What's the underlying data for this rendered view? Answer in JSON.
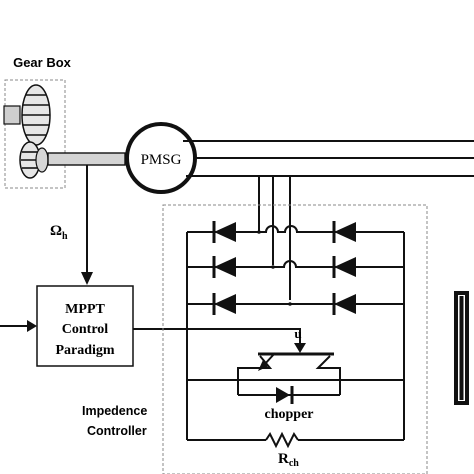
{
  "labels": {
    "gear_box": "Gear Box",
    "pmsg": "PMSG",
    "omega_main": "Ω",
    "omega_sub": "h",
    "mppt_line1": "MPPT",
    "mppt_line2": "Control",
    "mppt_line3": "Paradigm",
    "control_signal": "u",
    "chopper": "chopper",
    "impedance_line1": "Impedence",
    "impedance_line2": "Controller",
    "resistor_main": "R",
    "resistor_sub": "ch"
  },
  "colors": {
    "line": "#111111",
    "dashed_border": "#888888",
    "gear_fill": "#e6e6e6",
    "shaft_fill": "#d0d0d0",
    "background": "#ffffff"
  }
}
